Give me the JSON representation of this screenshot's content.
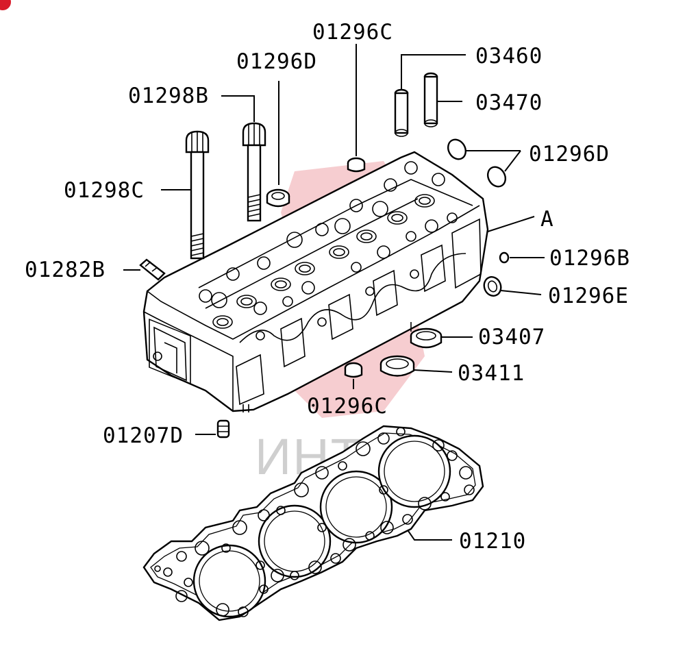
{
  "labels": {
    "p01296C_top": "01296C",
    "p03460": "03460",
    "p01296D_top": "01296D",
    "p03470": "03470",
    "p01298B": "01298B",
    "p01296D_right": "01296D",
    "p01298C": "01298C",
    "pA": "A",
    "p01282B": "01282B",
    "p01296B": "01296B",
    "p01296E": "01296E",
    "p03407": "03407",
    "p03411": "03411",
    "p01296C_bottom": "01296C",
    "p01207D": "01207D",
    "p01210": "01210"
  },
  "watermark": {
    "text": "ИНТЕХ",
    "color": "#e8a8a8"
  },
  "corner_badge": {
    "color": "#d81b2a"
  }
}
